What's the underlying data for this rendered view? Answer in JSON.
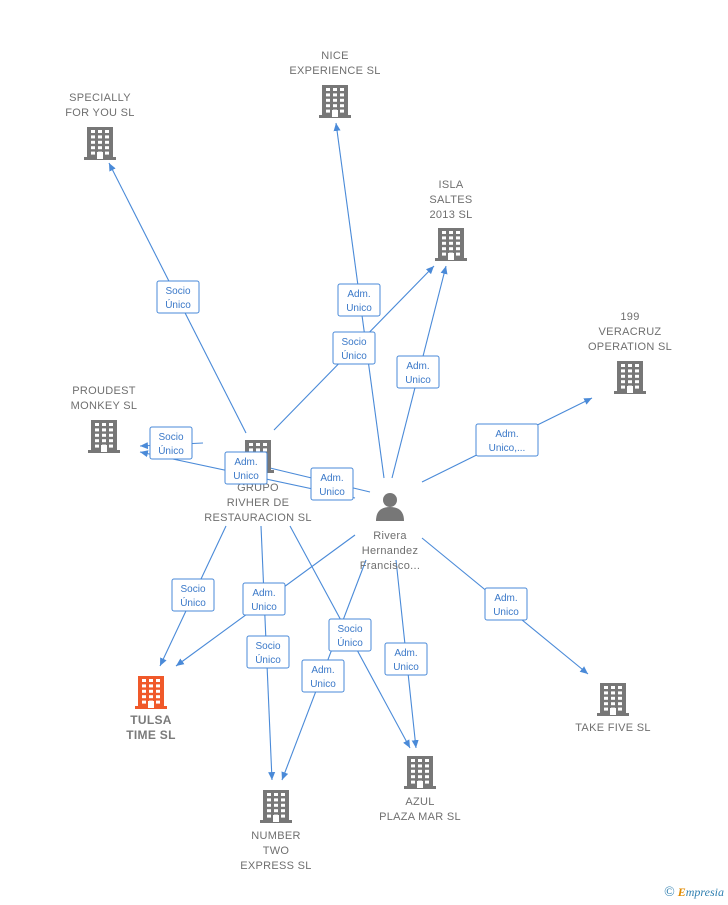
{
  "colors": {
    "edge": "#4a8ad8",
    "building": "#777777",
    "building_highlight": "#f0592a",
    "person": "#777777"
  },
  "nodes": [
    {
      "id": "specially",
      "kind": "building",
      "label": [
        "SPECIALLY",
        "FOR YOU SL"
      ]
    },
    {
      "id": "nice",
      "kind": "building",
      "label": [
        "NICE",
        "EXPERIENCE SL"
      ]
    },
    {
      "id": "isla",
      "kind": "building",
      "label": [
        "ISLA",
        "SALTES",
        "2013  SL"
      ]
    },
    {
      "id": "veracruz",
      "kind": "building",
      "label": [
        "199",
        "VERACRUZ",
        "OPERATION SL"
      ]
    },
    {
      "id": "proudest",
      "kind": "building",
      "label": [
        "PROUDEST",
        "MONKEY  SL"
      ]
    },
    {
      "id": "grupo",
      "kind": "building",
      "label": [
        "GRUPO",
        "RIVHER DE",
        "RESTAURACION SL"
      ]
    },
    {
      "id": "rivera",
      "kind": "person",
      "label": [
        "Rivera",
        "Hernandez",
        "Francisco..."
      ]
    },
    {
      "id": "tulsa",
      "kind": "building",
      "highlight": true,
      "label": [
        "TULSA",
        "TIME  SL"
      ]
    },
    {
      "id": "takefive",
      "kind": "building",
      "label": [
        "TAKE FIVE  SL"
      ]
    },
    {
      "id": "azul",
      "kind": "building",
      "label": [
        "AZUL",
        "PLAZA MAR  SL"
      ]
    },
    {
      "id": "number",
      "kind": "building",
      "label": [
        "NUMBER",
        "TWO",
        "EXPRESS  SL"
      ]
    }
  ],
  "edges": [
    {
      "from": "grupo",
      "to": "specially",
      "label": [
        "Socio",
        "Único"
      ]
    },
    {
      "from": "rivera",
      "to": "nice",
      "label": [
        "Adm.",
        "Unico"
      ]
    },
    {
      "from": "grupo",
      "to": "isla",
      "label": [
        "Socio",
        "Único"
      ]
    },
    {
      "from": "rivera",
      "to": "isla",
      "label": [
        "Adm.",
        "Unico"
      ]
    },
    {
      "from": "rivera",
      "to": "veracruz",
      "label": [
        "Adm.",
        "Unico,..."
      ]
    },
    {
      "from": "grupo",
      "to": "proudest",
      "label": [
        "Socio",
        "Único"
      ]
    },
    {
      "from": "rivera",
      "to": "proudest",
      "label": [
        "Adm.",
        "Unico"
      ]
    },
    {
      "from": "rivera",
      "to": "grupo",
      "label": [
        "Adm.",
        "Unico"
      ]
    },
    {
      "from": "grupo",
      "to": "tulsa",
      "label": [
        "Socio",
        "Único"
      ]
    },
    {
      "from": "rivera",
      "to": "tulsa",
      "label": [
        "Adm.",
        "Unico"
      ]
    },
    {
      "from": "grupo",
      "to": "number",
      "label": [
        "Socio",
        "Único"
      ]
    },
    {
      "from": "rivera",
      "to": "number",
      "label": [
        "Adm.",
        "Unico"
      ]
    },
    {
      "from": "grupo",
      "to": "azul",
      "label": [
        "Socio",
        "Único"
      ]
    },
    {
      "from": "rivera",
      "to": "azul",
      "label": [
        "Adm.",
        "Unico"
      ]
    },
    {
      "from": "rivera",
      "to": "takefive",
      "label": [
        "Adm.",
        "Unico"
      ]
    }
  ],
  "brand": {
    "copyright": "©",
    "name_initial": "E",
    "name_rest": "mpresia"
  }
}
